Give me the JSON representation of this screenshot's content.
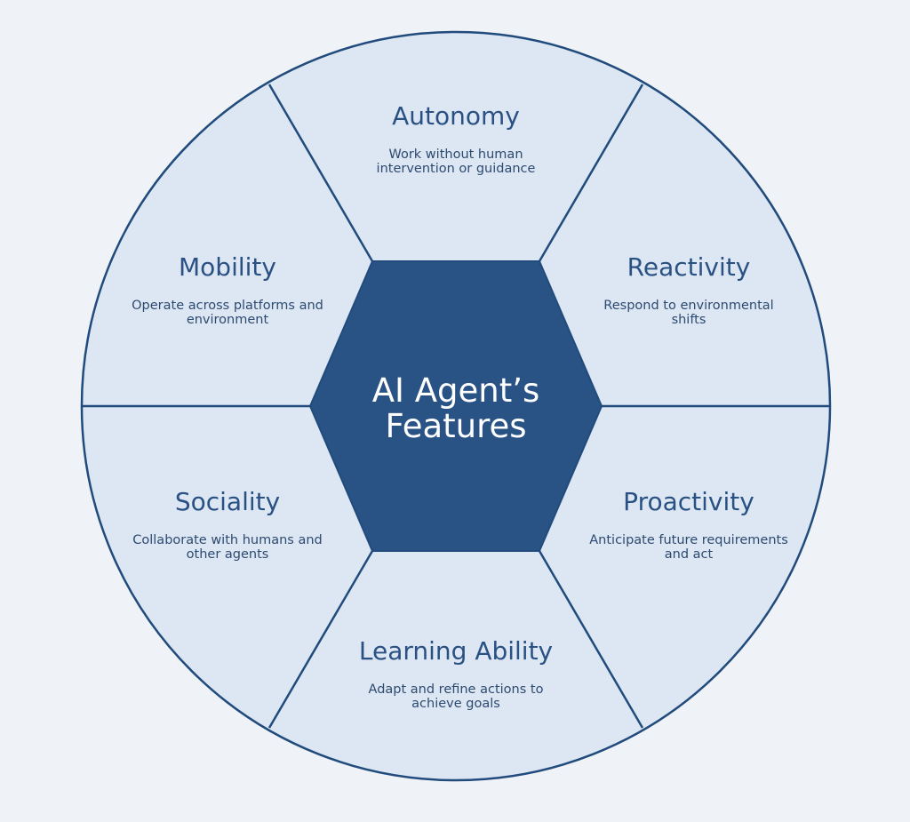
{
  "center": {
    "line1": "AI Agent’s",
    "line2": "Features"
  },
  "features": [
    {
      "title": "Autonomy",
      "desc1": "Work without human",
      "desc2": "intervention or guidance"
    },
    {
      "title": "Reactivity",
      "desc1": "Respond to environmental",
      "desc2": "shifts"
    },
    {
      "title": "Proactivity",
      "desc1": "Anticipate future requirements",
      "desc2": "and act"
    },
    {
      "title": "Learning Ability",
      "desc1": "Adapt and refine actions to",
      "desc2": "achieve goals"
    },
    {
      "title": "Sociality",
      "desc1": "Collaborate with humans and",
      "desc2": "other agents"
    },
    {
      "title": "Mobility",
      "desc1": "Operate across platforms and",
      "desc2": "environment"
    }
  ],
  "colors": {
    "background": "#eff2f6",
    "circle_fill": "#dde7f3",
    "outline": "#214b7c",
    "hexagon_fill": "#295285",
    "title_text": "#2a5183",
    "desc_text": "#2d4a70"
  }
}
